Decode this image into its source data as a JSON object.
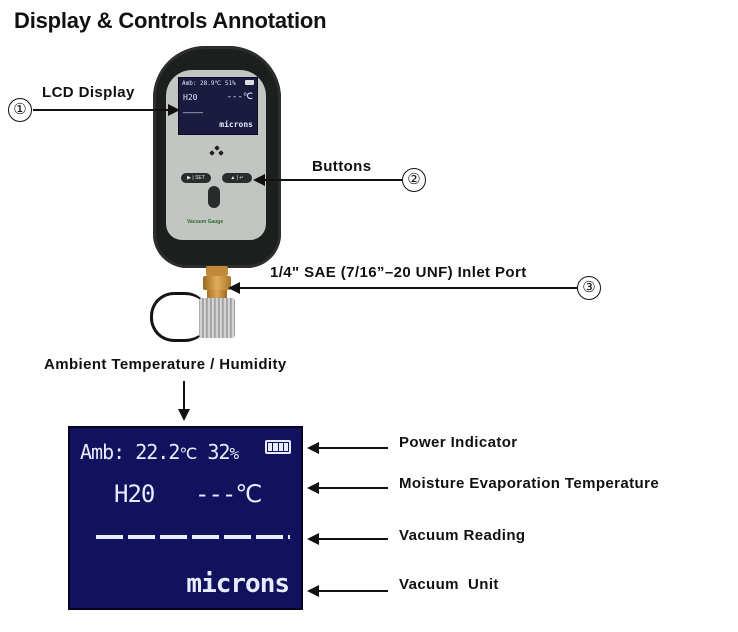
{
  "title": "Display & Controls Annotation",
  "callouts": [
    {
      "number": "①",
      "label": "LCD Display"
    },
    {
      "number": "②",
      "label": "Buttons"
    },
    {
      "number": "③",
      "label": "1/4\" SAE (7/16”–20 UNF) Inlet Port"
    }
  ],
  "device": {
    "mini_lcd": {
      "row1": "Amb: 28.9℃ 51%",
      "row2_left": "H20",
      "row2_right": "---℃",
      "row3": "—————",
      "row4": "microns"
    },
    "btn_left": "▶ | SET",
    "btn_right": "▲ | ↵",
    "brand": "Vacuum Gauge"
  },
  "ambient_label": "Ambient Temperature / Humidity",
  "lcd": {
    "amb_prefix": "Amb:",
    "amb_temp": "22.2",
    "amb_temp_unit": "℃",
    "amb_hum": "32",
    "amb_hum_unit": "%",
    "h2o": "H20",
    "dashes": "---℃",
    "unit": "microns"
  },
  "lcd_annotations": [
    "Power Indicator",
    "Moisture Evaporation Temperature",
    "Vacuum Reading",
    "Vacuum  Unit"
  ],
  "icons": {
    "battery": "battery-icon",
    "arrow": "arrow-icon"
  }
}
